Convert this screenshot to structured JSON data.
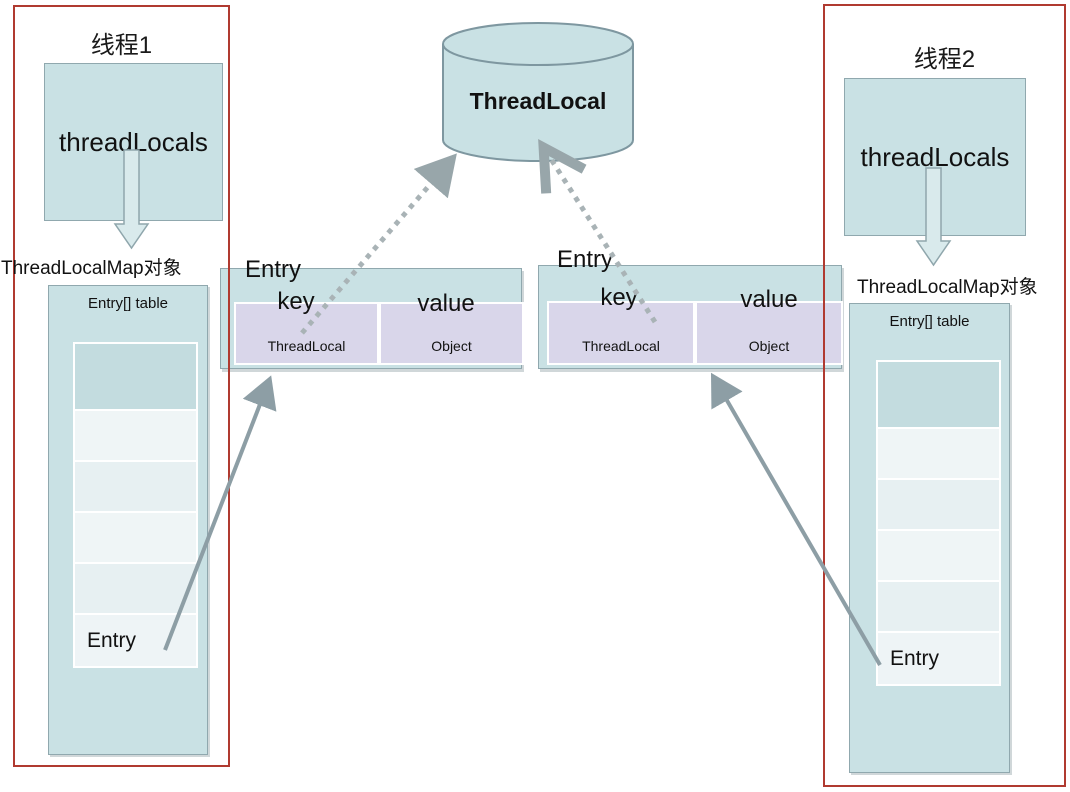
{
  "cylinder": {
    "label": "ThreadLocal"
  },
  "thread1": {
    "title": "线程1",
    "field_label": "threadLocals",
    "map_label": "ThreadLocalMap对象",
    "table_title": "Entry[] table",
    "entry_cell_label": "Entry",
    "cell_count": 6
  },
  "thread2": {
    "title": "线程2",
    "field_label": "threadLocals",
    "map_label": "ThreadLocalMap对象",
    "table_title": "Entry[] table",
    "entry_cell_label": "Entry",
    "cell_count": 6
  },
  "entry_left": {
    "title": "Entry",
    "key_header": "key",
    "value_header": "value",
    "key_type": "ThreadLocal",
    "value_type": "Object"
  },
  "entry_right": {
    "title": "Entry",
    "key_header": "key",
    "value_header": "value",
    "key_type": "ThreadLocal",
    "value_type": "Object"
  },
  "colors": {
    "frame_red": "#b03a30",
    "box_teal": "#c9e1e4",
    "cell_dark_teal": "#c3dcdf",
    "cell_light": "#eff5f6",
    "kv_lavender": "#d9d6ea",
    "arrow_gray": "#8d9ea5",
    "dotted_gray": "#a9b3b6",
    "text_black": "#1a1a1a"
  }
}
